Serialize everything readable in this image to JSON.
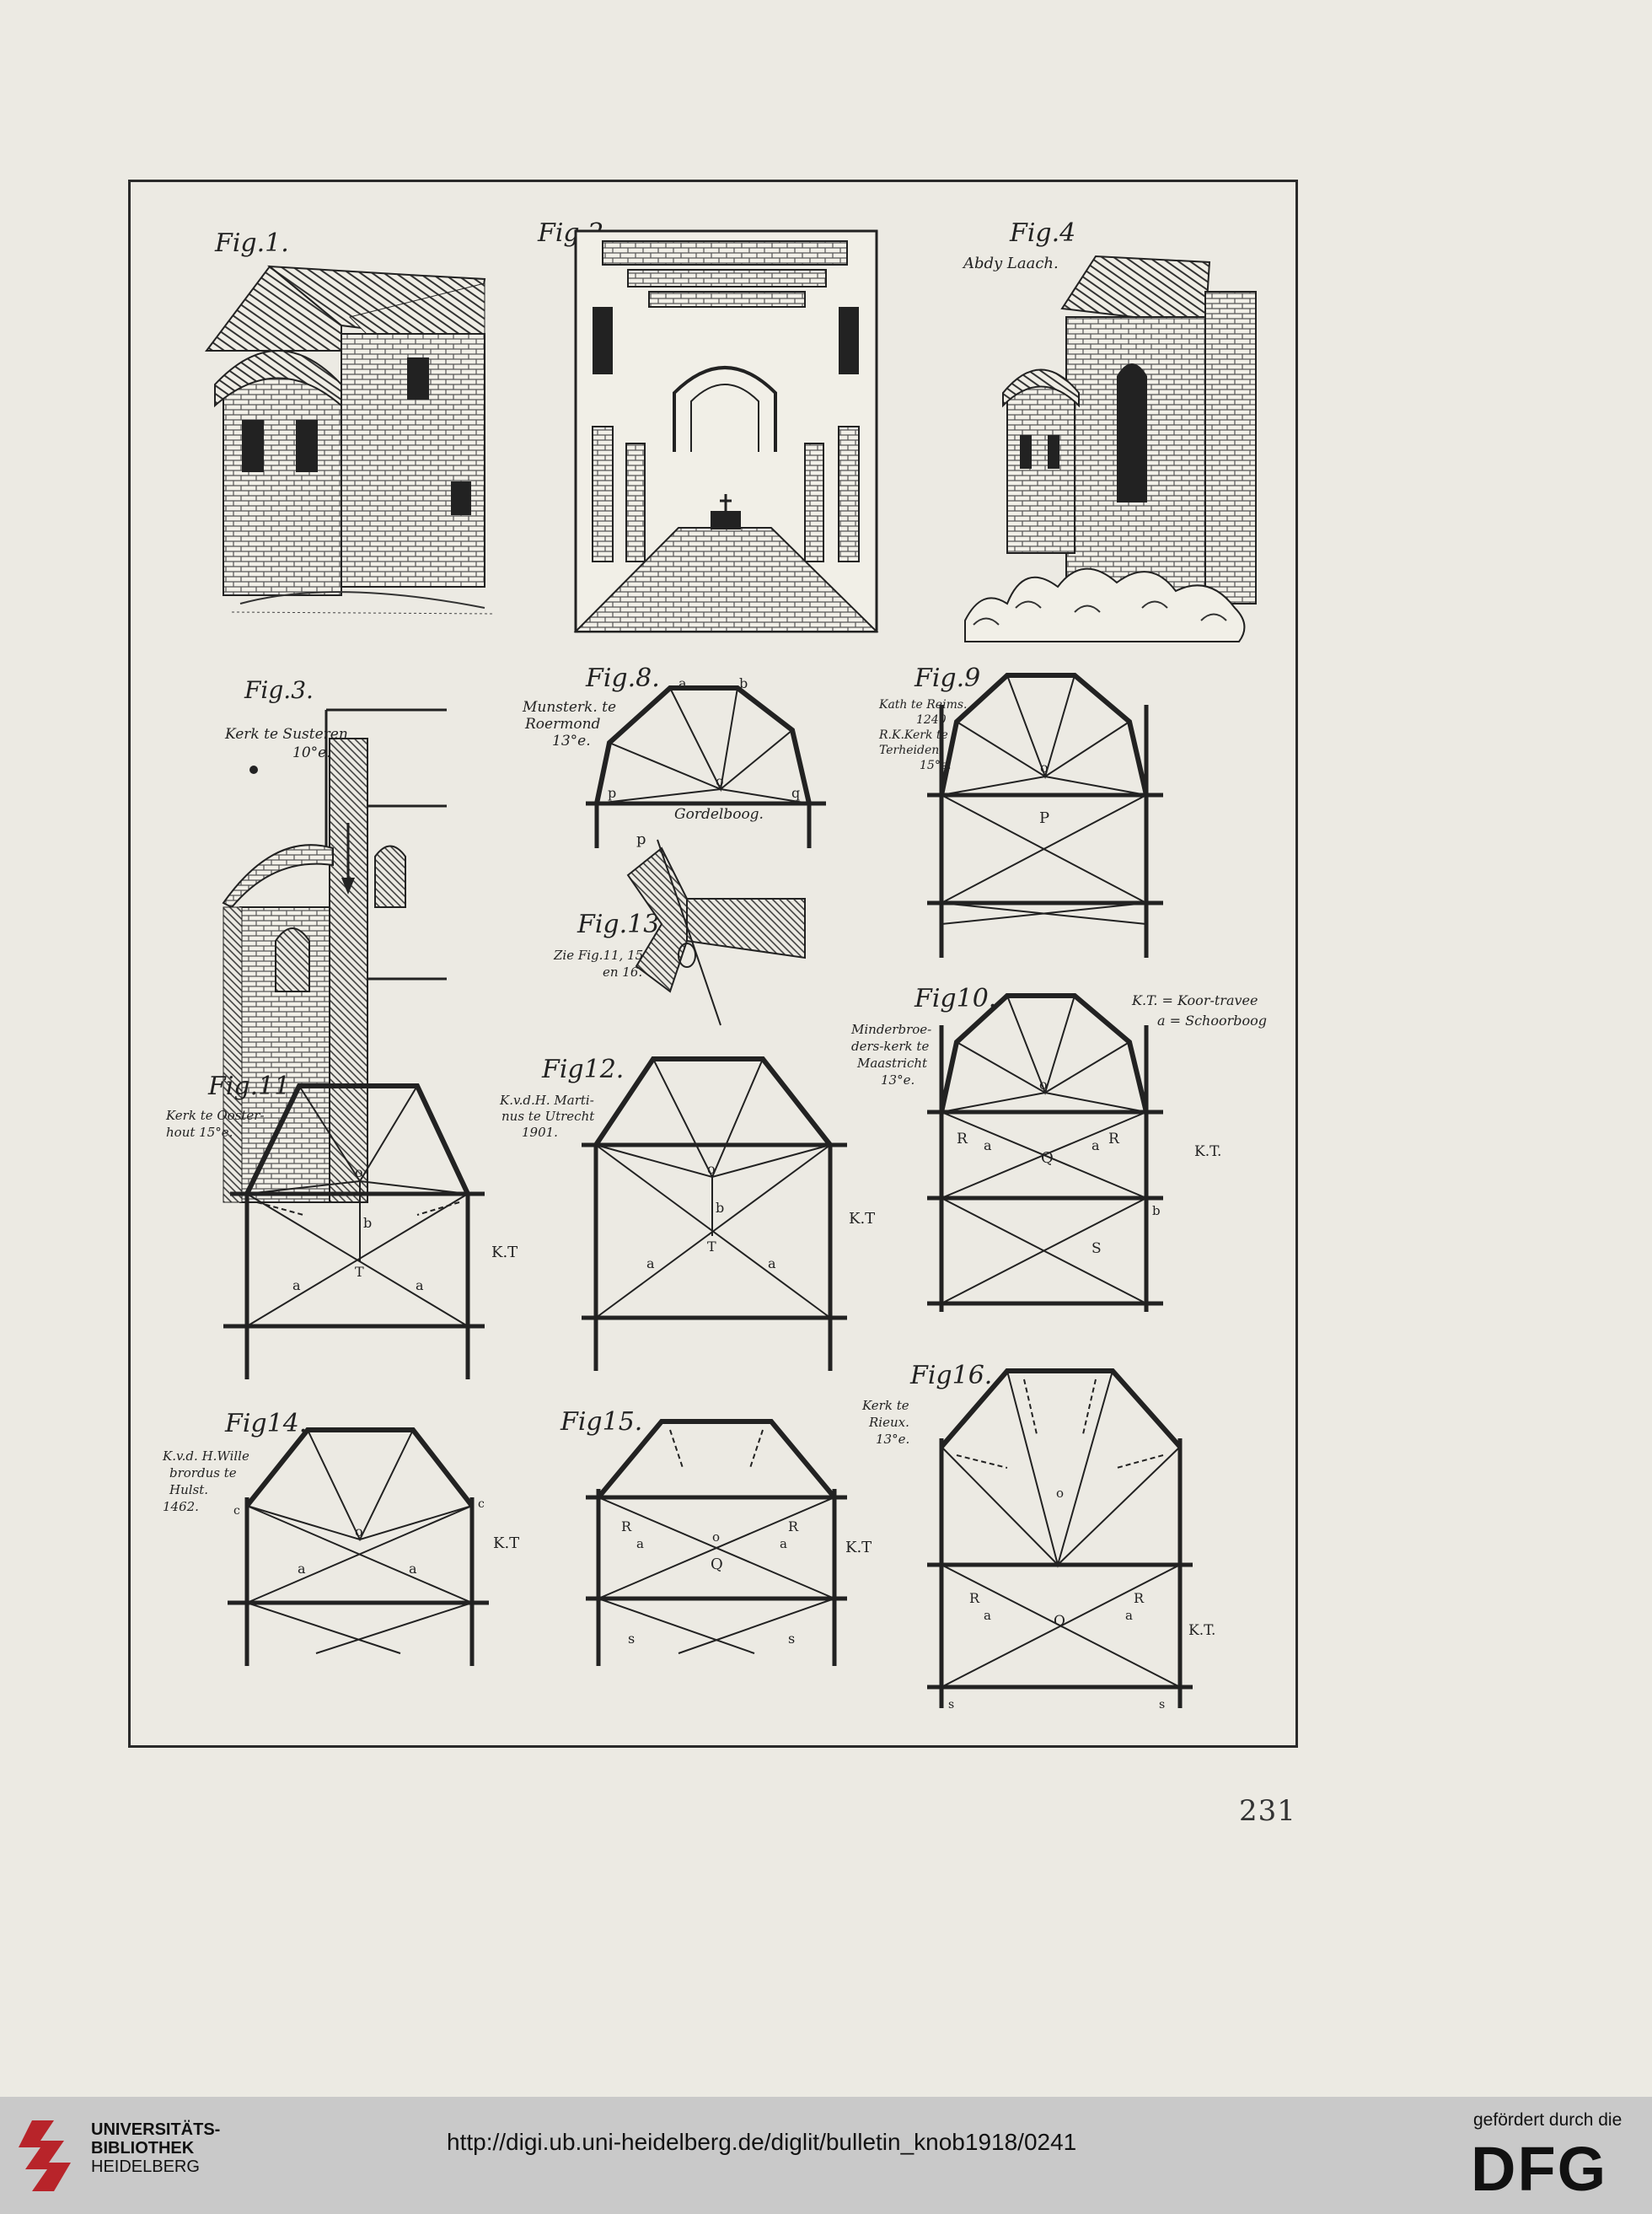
{
  "figures": {
    "fig1": "Fig.1.",
    "fig2": "Fig.2",
    "fig4": "Fig.4",
    "fig4_caption": "Abdy Laach.",
    "fig3": "Fig.3.",
    "fig3_caption_1": "Kerk te Susteren",
    "fig3_caption_2": "10°e.",
    "fig8": "Fig.8.",
    "fig8_caption_1": "Munsterk. te",
    "fig8_caption_2": "Roermond",
    "fig8_caption_3": "13°e.",
    "fig8_bottom": "Gordelboog.",
    "fig9": "Fig.9",
    "fig9_caption_1": "Kath te Reims.",
    "fig9_caption_2": "1240",
    "fig9_caption_3": "R.K.Kerk te",
    "fig9_caption_4": "Terheiden",
    "fig9_caption_5": "15°e.",
    "fig13": "Fig.13.",
    "fig13_caption_1": "Zie Fig.11, 15",
    "fig13_caption_2": "en 16.",
    "fig10": "Fig10.",
    "fig10_caption_1": "Minderbroe-",
    "fig10_caption_2": "ders-kerk te",
    "fig10_caption_3": "Maastricht",
    "fig10_caption_4": "13°e.",
    "legend_1": "K.T. = Koor-travee",
    "legend_2": "a = Schoorboog",
    "fig11": "Fig.11.",
    "fig11_caption_1": "Kerk te Ooster-",
    "fig11_caption_2": "hout 15°e.",
    "fig12": "Fig12.",
    "fig12_caption_1": "K.v.d.H. Marti-",
    "fig12_caption_2": "nus te Utrecht",
    "fig12_caption_3": "1901.",
    "fig14": "Fig14.",
    "fig14_caption_1": "K.v.d. H.Wille",
    "fig14_caption_2": "brordus te",
    "fig14_caption_3": "Hulst.",
    "fig14_caption_4": "1462.",
    "fig15": "Fig15.",
    "fig16": "Fig16.",
    "fig16_caption_1": "Kerk te",
    "fig16_caption_2": "Rieux.",
    "fig16_caption_3": "13°e."
  },
  "letters": {
    "a": "a",
    "b": "b",
    "o": "o",
    "p": "p",
    "q": "q",
    "P": "P",
    "T": "T",
    "R": "R",
    "Q": "Q",
    "S": "S",
    "s": "s",
    "c": "c",
    "KT": "K.T",
    "KT2": "K.T."
  },
  "page_number": "231",
  "footer": {
    "institution_line1": "UNIVERSITÄTS-",
    "institution_line2": "BIBLIOTHEK",
    "institution_line3": "HEIDELBERG",
    "url": "http://digi.ub.uni-heidelberg.de/diglit/bulletin_knob1918/0241",
    "funded_by": "gefördert durch die",
    "dfg": "DFG"
  },
  "colors": {
    "ink": "#2a2a2a",
    "paper": "#eceae3",
    "footer_bg": "#c9c9c9",
    "logo_red": "#b8242a"
  }
}
